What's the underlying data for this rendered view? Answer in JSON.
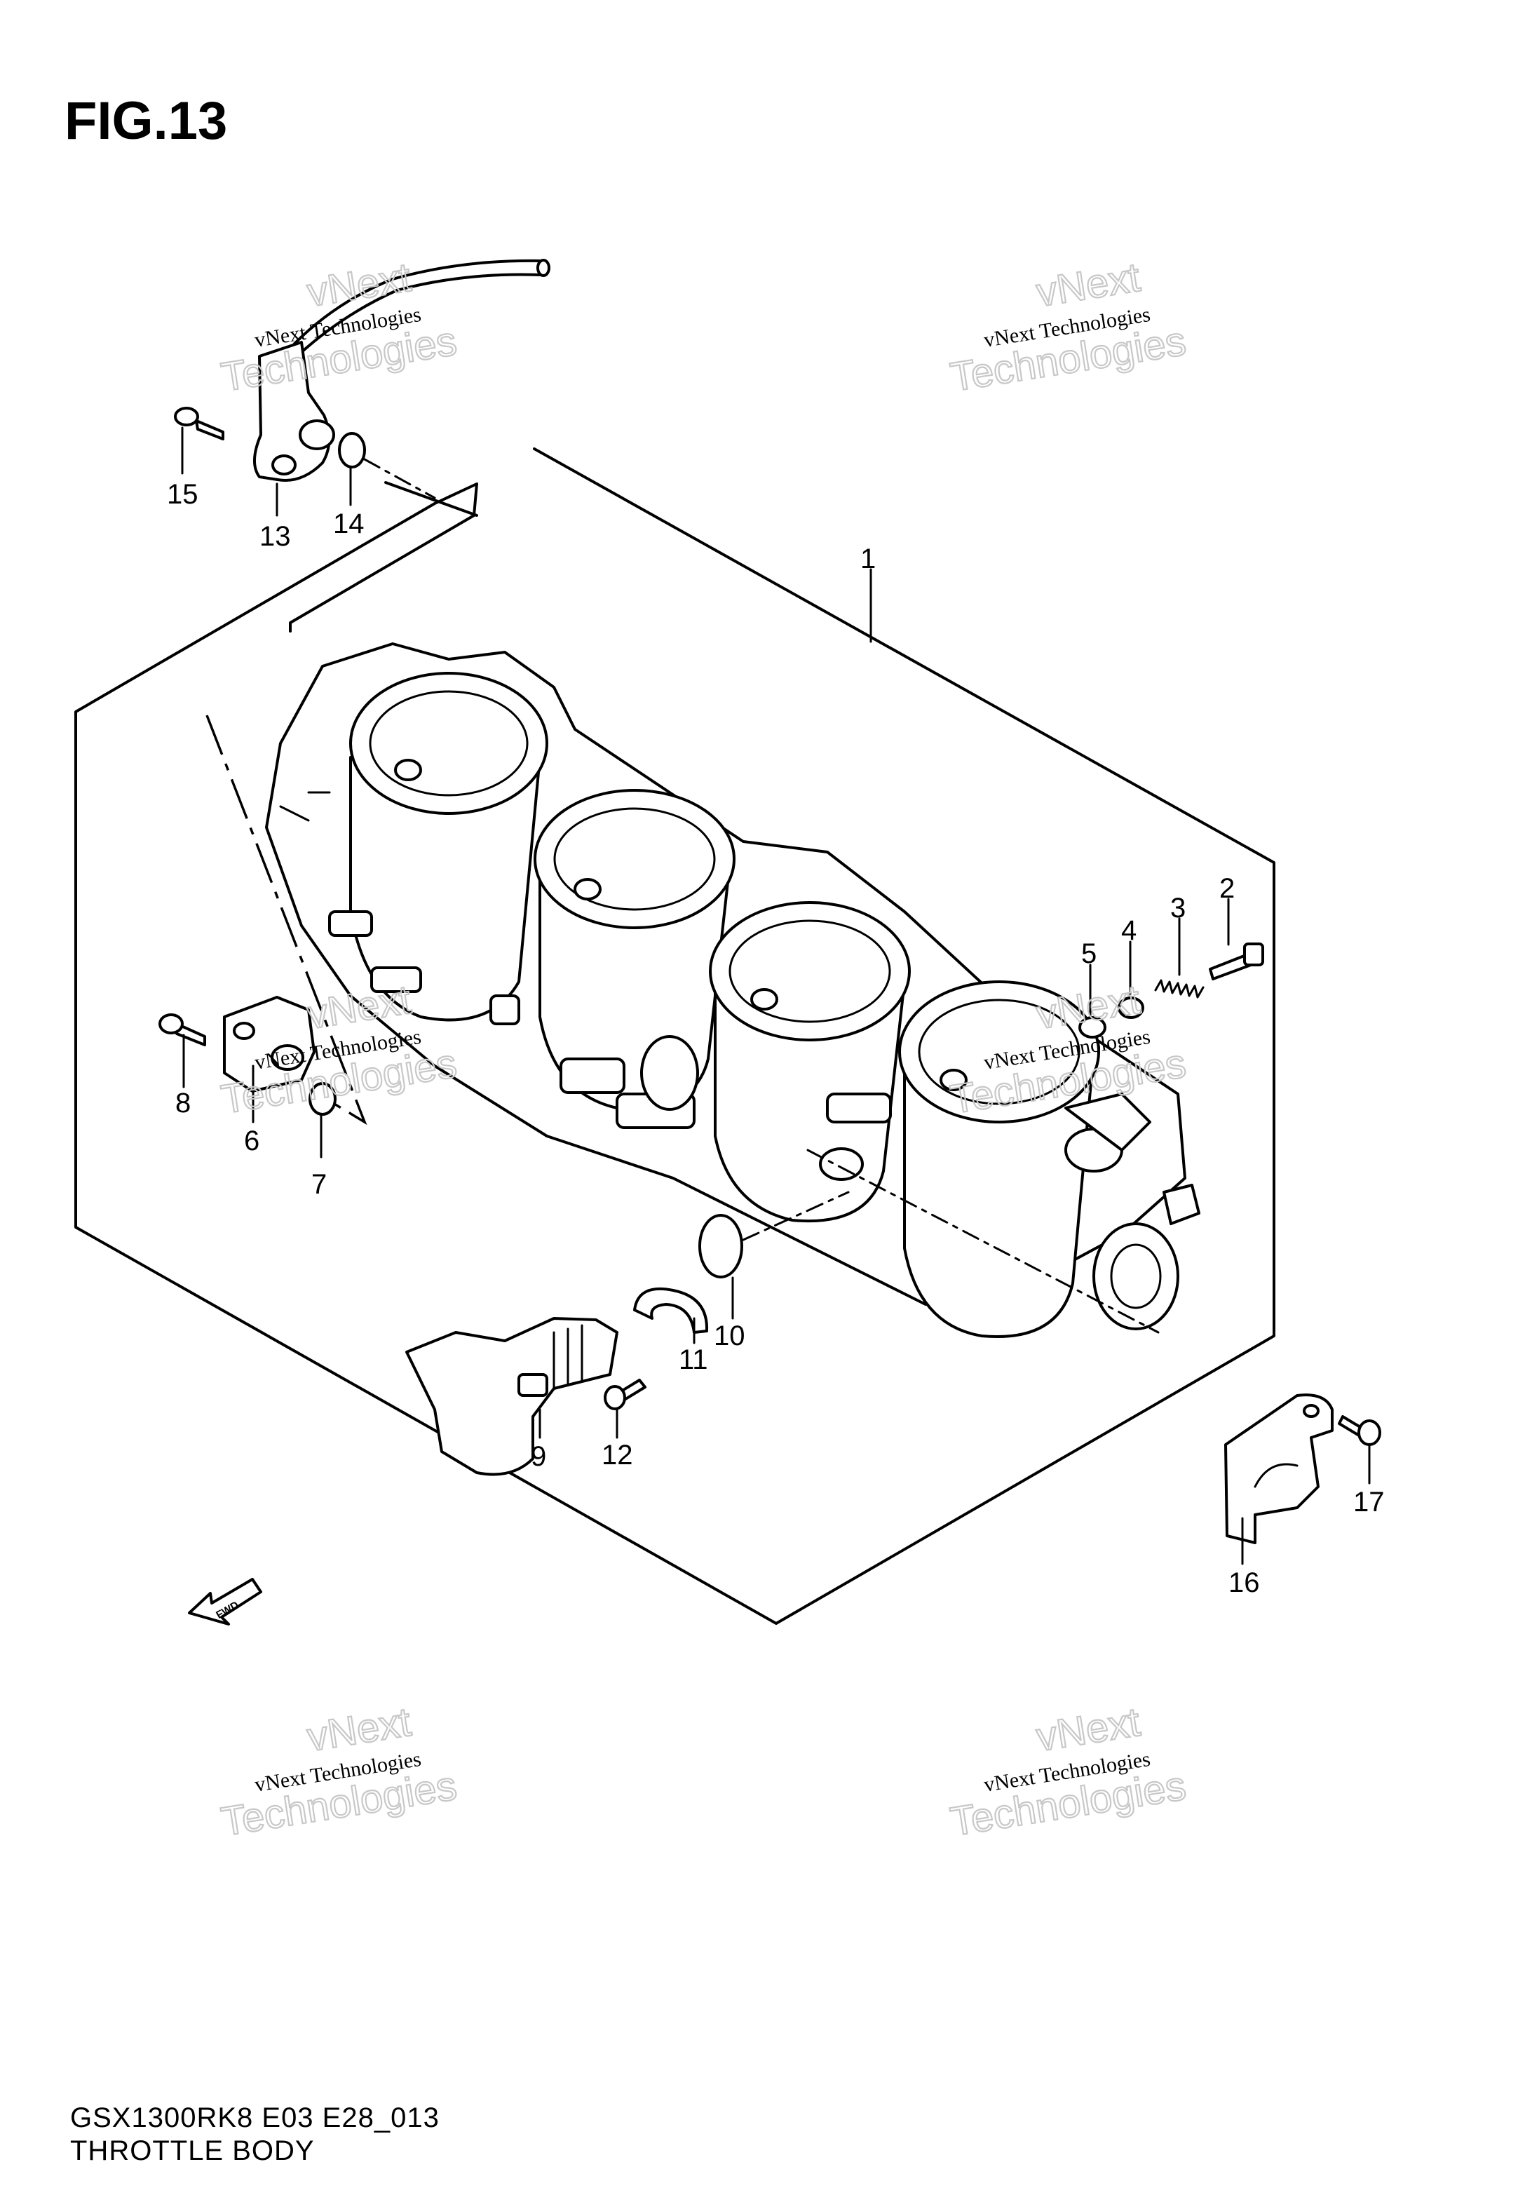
{
  "figure": {
    "title": "FIG.13"
  },
  "callouts": [
    {
      "id": "1",
      "label": "1"
    },
    {
      "id": "2",
      "label": "2"
    },
    {
      "id": "3",
      "label": "3"
    },
    {
      "id": "4",
      "label": "4"
    },
    {
      "id": "5",
      "label": "5"
    },
    {
      "id": "6",
      "label": "6"
    },
    {
      "id": "7",
      "label": "7"
    },
    {
      "id": "8",
      "label": "8"
    },
    {
      "id": "9",
      "label": "9"
    },
    {
      "id": "10",
      "label": "10"
    },
    {
      "id": "11",
      "label": "11"
    },
    {
      "id": "12",
      "label": "12"
    },
    {
      "id": "13",
      "label": "13"
    },
    {
      "id": "14",
      "label": "14"
    },
    {
      "id": "15",
      "label": "15"
    },
    {
      "id": "16",
      "label": "16"
    },
    {
      "id": "17",
      "label": "17"
    }
  ],
  "fwd_label": "FWD",
  "watermark": {
    "line1": "vNext Technologies",
    "line2": "vNext",
    "line3": "Technologies"
  },
  "footer": {
    "code": "GSX1300RK8 E03 E28_013",
    "caption": "THROTTLE BODY"
  }
}
